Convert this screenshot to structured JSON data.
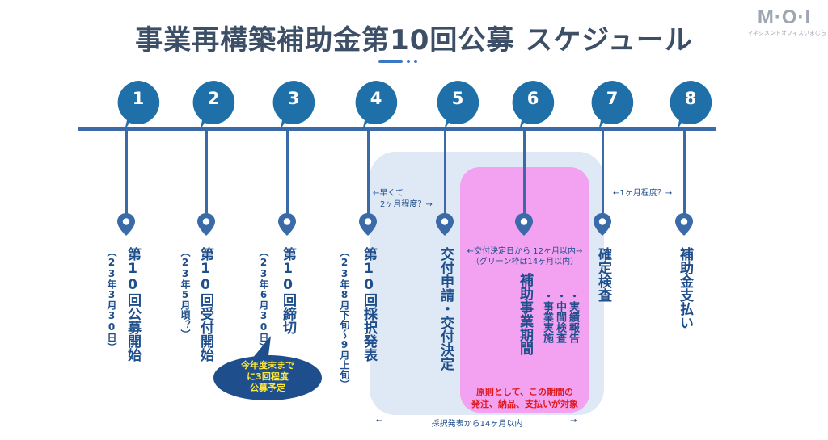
{
  "title": "事業再構築補助金第10回公募 スケジュール",
  "logo": {
    "mark": "M·O·I",
    "sub": "マネジメントオフィスいまむら"
  },
  "steps": [
    {
      "num": "1",
      "label": "第10回公募開始",
      "date": "（23年3月30日）"
    },
    {
      "num": "2",
      "label": "第10回受付開始",
      "date": "（23年5月頃？）"
    },
    {
      "num": "3",
      "label": "第10回締切",
      "date": "（23年6月30日）"
    },
    {
      "num": "4",
      "label": "第10回採択発表",
      "date": "（23年8月下旬～9月上旬）"
    },
    {
      "num": "5",
      "label": "交付申請・交付決定"
    },
    {
      "num": "6",
      "label": "補助事業期間"
    },
    {
      "num": "7",
      "label": "確定検査"
    },
    {
      "num": "8",
      "label": "補助金支払い"
    }
  ],
  "notes": {
    "early_line1": "←早くて",
    "early_line2": "2ヶ月程度？→",
    "one_month": "←1ヶ月程度？→",
    "grant_line1": "←交付決定日から 12ヶ月以内→",
    "grant_line2": "（グリーン枠は14ヶ月以内）",
    "tasks": [
      "・事業実施",
      "・中間検査",
      "・実績報告"
    ],
    "principle_line1": "原則として、この期間の",
    "principle_line2": "発注、納品、支払いが対象",
    "bottom_left": "←",
    "bottom_center": "採択発表から14ヶ月以内",
    "bottom_right": "→",
    "callout_line1": "今年度末まで",
    "callout_line2": "に3回程度",
    "callout_line3": "公募予定"
  },
  "colors": {
    "bubble": "#1f6fa8",
    "timeline": "#3b6aa8",
    "text": "#1f4e8c",
    "pink": "#f2a2f0",
    "blue_region": "#dfe9f5",
    "red": "#e0191f",
    "callout_text": "#ffe93a"
  }
}
